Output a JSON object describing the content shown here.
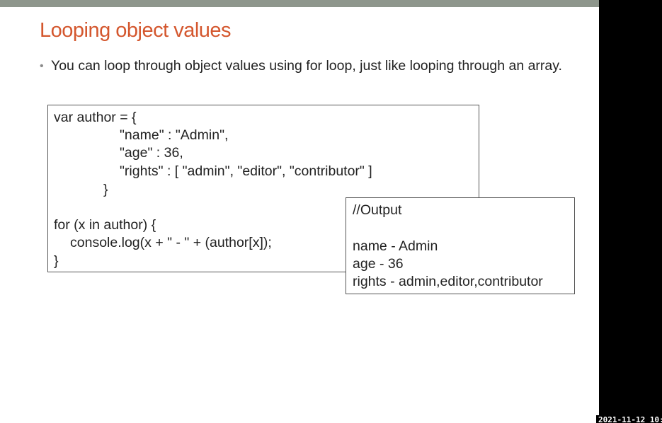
{
  "slide": {
    "title": "Looping object values",
    "bullet_marker": "•",
    "bullet_text": "You can loop through object values using for loop, just like looping through an array."
  },
  "code": {
    "lines": [
      "var author = {",
      "\"name\" : \"Admin\",",
      "\"age\" : 36,",
      "\"rights\" : [ \"admin\", \"editor\", \"contributor\" ]",
      "}",
      "for (x in author) {",
      "console.log(x + \" - \" + (author[x]);",
      "}"
    ]
  },
  "output": {
    "header": "//Output",
    "lines": [
      "name - Admin",
      "age - 36",
      "rights - admin,editor,contributor"
    ]
  },
  "overlay": {
    "timestamp": "2021-11-12 10:"
  },
  "colors": {
    "title": "#d4572e",
    "top_bar": "#8e968c",
    "background": "#000000"
  }
}
